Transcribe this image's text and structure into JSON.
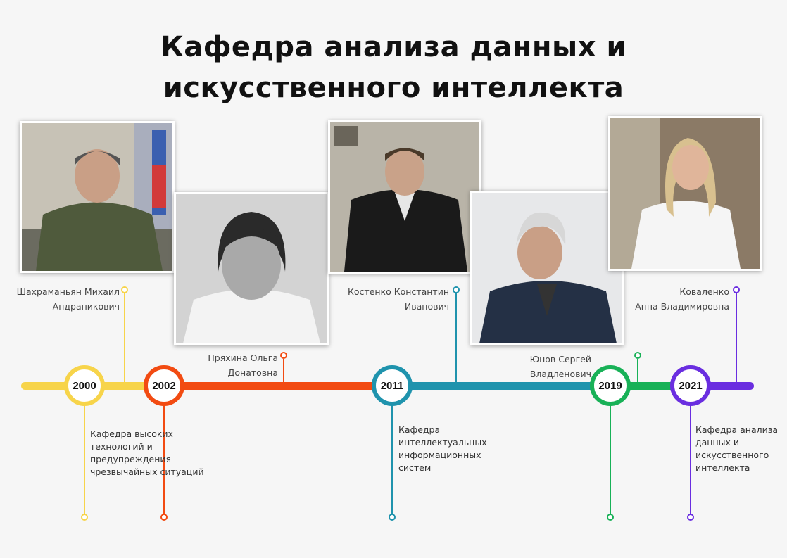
{
  "title_line1": "Кафедра анализа данных и",
  "title_line2": "искусственного интеллекта",
  "colors": {
    "yellow": "#f7d44a",
    "red": "#f24b12",
    "teal": "#1f93ad",
    "green": "#18b157",
    "purple": "#6a2ee0"
  },
  "years": [
    "2000",
    "2002",
    "2011",
    "2019",
    "2021"
  ],
  "people": [
    {
      "line1": "Шахраманьян Михаил",
      "line2": "Андраникович"
    },
    {
      "line1": "Пряхина Ольга",
      "line2": "Донатовна"
    },
    {
      "line1": "Костенко Константин",
      "line2": "Иванович"
    },
    {
      "line1": "Юнов  Сергей",
      "line2": "Владленович"
    },
    {
      "line1": "Коваленко",
      "line2": "Анна Владимировна"
    }
  ],
  "departments": [
    {
      "lines": [
        "Кафедра высоких",
        "технологий и",
        "предупреждения",
        "чрезвычайных ситуаций"
      ]
    },
    {
      "lines": [
        "Кафедра",
        "интеллектуальных",
        "информационных",
        "систем"
      ]
    },
    {
      "lines": [
        "Кафедра анализа",
        "данных и",
        "искусственного",
        "интеллекта"
      ]
    }
  ]
}
